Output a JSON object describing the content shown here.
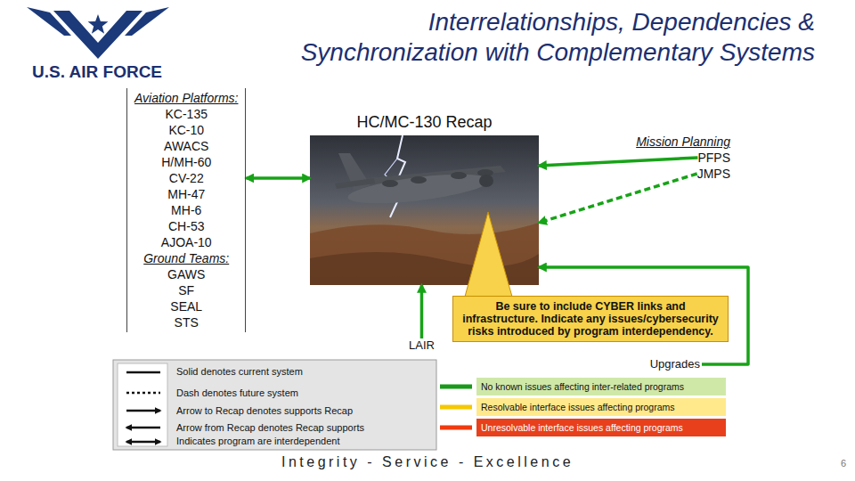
{
  "diagram": {
    "title": "Interrelationships, Dependencies & Synchronization with Complementary Systems",
    "nodes": [
      {
        "text": [
          "Aviation Platforms:",
          "KC-135",
          "KC-10",
          "AWACS",
          "H/MH-60",
          "CV-22",
          "MH-47",
          "MH-6",
          "CH-53",
          "AJOA-10",
          "Ground Teams:",
          "GAWS",
          "SF",
          "SEAL",
          "STS"
        ]
      },
      {
        "text": [
          "HC/MC-130 Recap"
        ]
      },
      {
        "text": [
          "Mission Planning"
        ]
      },
      {
        "text": [
          "PFPS"
        ],
        "in": 2
      },
      {
        "text": [
          "JMPS"
        ],
        "in": 2
      },
      {
        "text": [
          "Be sure to include CYBER links and infrastructure. Indicate any issues/cybersecurity risks introduced by program interdependency."
        ]
      },
      {
        "text": [
          "LAIR"
        ]
      },
      {
        "text": [
          "Upgrades"
        ]
      }
    ],
    "edges": [
      {
        "from": 0,
        "to": 1,
        "arrow": "both"
      },
      {
        "from": 3,
        "to": 1,
        "arrow": "to"
      },
      {
        "from": 4,
        "to": 1,
        "arrow": "to"
      },
      {
        "from": 6,
        "to": 1,
        "arrow": "to"
      },
      {
        "from": 7,
        "to": 1,
        "arrow": "to"
      }
    ],
    "labels": [
      "U.S. AIR FORCE",
      "Integrity - Service - Excellence",
      "6"
    ],
    "legend": [
      {
        "text": "Solid denotes current system"
      },
      {
        "text": "Dash denotes future system"
      },
      {
        "text": "Arrow to Recap denotes supports Recap"
      },
      {
        "text": "Arrow from Recap denotes Recap supports"
      },
      {
        "text": "Indicates program are interdependent"
      },
      {
        "text": "No known issues affecting inter-related programs",
        "color": "#1a9a1a"
      },
      {
        "text": "Resolvable interface issues affecting programs",
        "color": "#f5c800"
      },
      {
        "text": "Unresolvable interface issues affecting programs",
        "color": "#f03a10"
      }
    ]
  }
}
